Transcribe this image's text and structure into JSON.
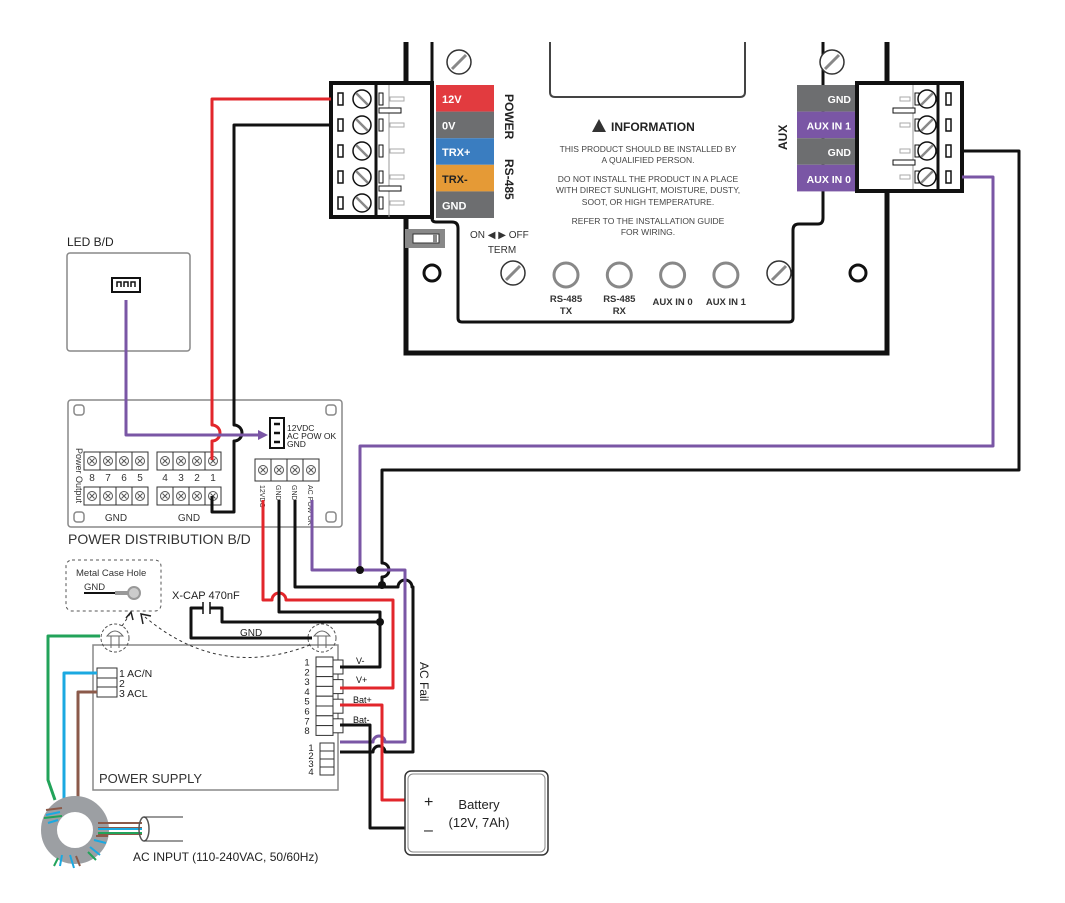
{
  "colors": {
    "power_12v": "#e23b3f",
    "gray": "#6d6e70",
    "trx_plus": "#3a7dc0",
    "trx_minus": "#e59a36",
    "aux": "#7a56a5",
    "wire_red": "#e2262b",
    "wire_black": "#111111",
    "wire_purple": "#7a56a5",
    "wire_green": "#22a35a",
    "wire_blue": "#1ba9e1",
    "wire_brown": "#8b5a4a"
  },
  "controller": {
    "left_terminals": [
      "12V",
      "0V",
      "TRX+",
      "TRX-",
      "GND"
    ],
    "power_label": "POWER",
    "rs485_label": "RS-485",
    "right_terminals": [
      "GND",
      "AUX IN 1",
      "GND",
      "AUX IN 0"
    ],
    "aux_label": "AUX",
    "info_title": "INFORMATION",
    "info_lines": [
      "THIS PRODUCT SHOULD BE INSTALLED BY",
      "A QUALIFIED PERSON.",
      "DO NOT INSTALL THE PRODUCT IN A PLACE",
      "WITH DIRECT SUNLIGHT, MOISTURE, DUSTY,",
      "SOOT, OR HIGH TEMPERATURE.",
      "REFER TO THE INSTALLATION GUIDE",
      "FOR WIRING."
    ],
    "term_switch": "ON ◀ ▶ OFF",
    "term_label": "TERM",
    "leds": [
      [
        "RS-485",
        "TX"
      ],
      [
        "RS-485",
        "RX"
      ],
      [
        "AUX IN 0",
        ""
      ],
      [
        "AUX IN 1",
        ""
      ]
    ]
  },
  "led_bd": {
    "title": "LED B/D"
  },
  "power_distribution": {
    "title": "POWER DISTRIBUTION B/D",
    "power_output_label": "Power Output",
    "numbers": [
      "8",
      "7",
      "6",
      "5",
      "4",
      "3",
      "2",
      "1"
    ],
    "gnd_label": "GND",
    "connector_labels": [
      "12VDC",
      "AC POW OK",
      "GND"
    ],
    "right_terminal_labels": [
      "12VDC",
      "GND",
      "GND",
      "AC POW OK"
    ]
  },
  "metal_case": {
    "title": "Metal Case Hole",
    "gnd": "GND"
  },
  "xcap": {
    "label": "X-CAP 470nF",
    "gnd": "GND"
  },
  "power_supply": {
    "title": "POWER SUPPLY",
    "input_labels": [
      "1 AC/N",
      "2",
      "3 ACL"
    ],
    "output_pins": [
      "1",
      "2",
      "3",
      "4",
      "5",
      "6",
      "7",
      "8"
    ],
    "output_labels": [
      "V-",
      "V+",
      "Bat+",
      "Bat-"
    ],
    "fail_pins": [
      "1",
      "2",
      "3",
      "4"
    ],
    "ac_fail": "AC Fail"
  },
  "battery": {
    "plus": "+",
    "minus": "–",
    "title": "Battery",
    "spec": "(12V, 7Ah)"
  },
  "ac_input": "AC INPUT (110-240VAC, 50/60Hz)"
}
